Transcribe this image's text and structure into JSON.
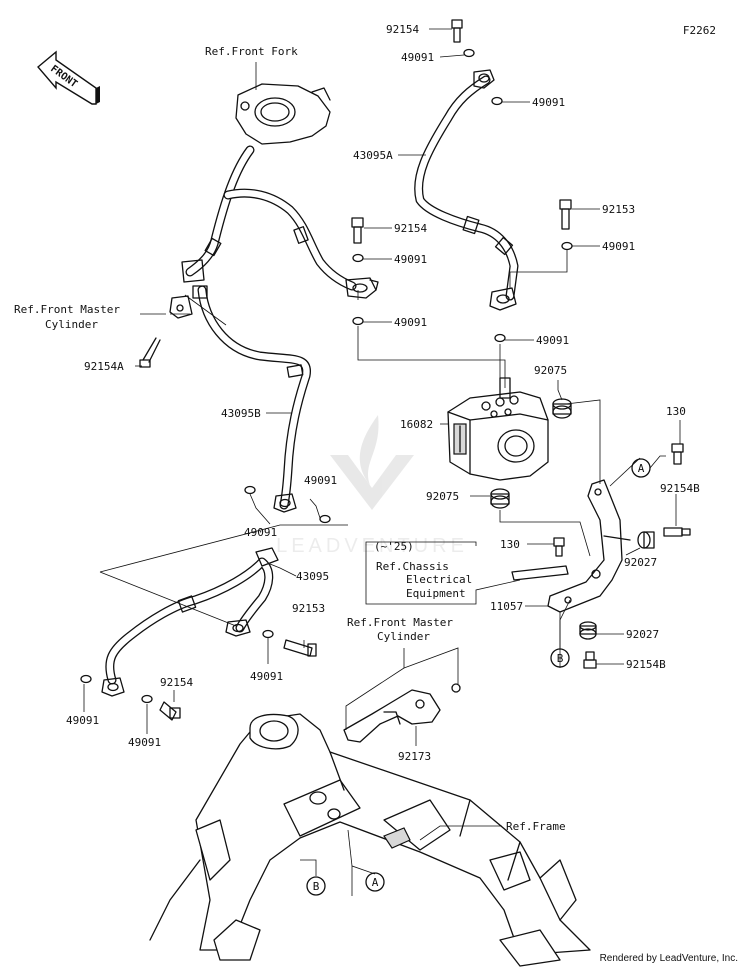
{
  "diagram_code": "F2262",
  "credit": "Rendered by LeadVenture, Inc.",
  "direction_arrow": {
    "label": "FRONT",
    "icon": "front-direction-arrow-icon"
  },
  "watermark": {
    "text": "LEADVENTURE",
    "icon": "leadventure-logo-icon"
  },
  "references": {
    "front_fork": "Ref.Front Fork",
    "front_master_cylinder_left": [
      "Ref.Front Master",
      "Cylinder"
    ],
    "chassis_electrical": [
      "(~'25)",
      "Ref.Chassis",
      "Electrical",
      "Equipment"
    ],
    "front_master_cylinder_right": [
      "Ref.Front Master",
      "Cylinder"
    ],
    "frame": "Ref.Frame"
  },
  "callouts": {
    "a": "A",
    "b": "B"
  },
  "parts": {
    "p92154_top": "92154",
    "p49091_top1": "49091",
    "p49091_top2": "49091",
    "p43095A": "43095A",
    "p92154_mid": "92154",
    "p49091_mid1": "49091",
    "p49091_mid2": "49091",
    "p92153_right": "92153",
    "p49091_right1": "49091",
    "p49091_right2": "49091",
    "p92154A": "92154A",
    "p43095B": "43095B",
    "p16082": "16082",
    "p92075_top": "92075",
    "p92075_bottom": "92075",
    "p130_right": "130",
    "p92154B_right": "92154B",
    "p49091_hoseB1": "49091",
    "p49091_hoseB2": "49091",
    "p130_mid": "130",
    "p92027_right": "92027",
    "p11057": "11057",
    "p43095": "43095",
    "p92153_low": "92153",
    "p49091_low": "49091",
    "p92027_low": "92027",
    "p92154B_low": "92154B",
    "p92154_low": "92154",
    "p49091_bl1": "49091",
    "p49091_bl2": "49091",
    "p92173": "92173"
  }
}
